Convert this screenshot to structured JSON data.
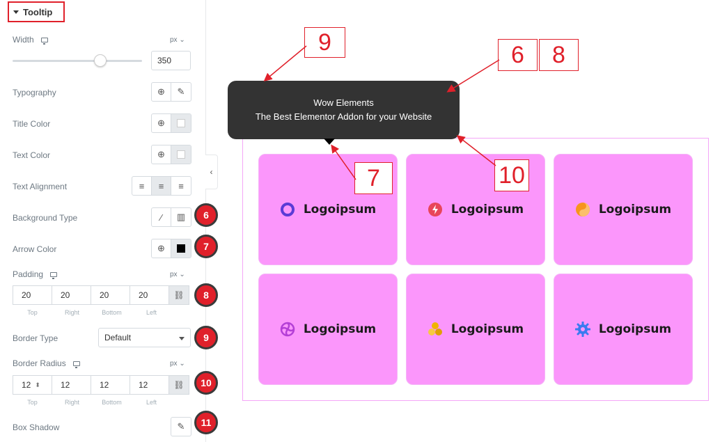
{
  "panel": {
    "section_title": "Tooltip",
    "width_label": "Width",
    "width_unit": "px",
    "width_value": "350",
    "width_slider_fraction": 0.68,
    "typography_label": "Typography",
    "title_color_label": "Title Color",
    "text_color_label": "Text Color",
    "text_alignment_label": "Text Alignment",
    "background_type_label": "Background Type",
    "arrow_color_label": "Arrow Color",
    "padding_label": "Padding",
    "padding_unit": "px",
    "padding": {
      "top": "20",
      "right": "20",
      "bottom": "20",
      "left": "20"
    },
    "dim_labels": {
      "top": "Top",
      "right": "Right",
      "bottom": "Bottom",
      "left": "Left"
    },
    "border_type_label": "Border Type",
    "border_type_value": "Default",
    "border_radius_label": "Border Radius",
    "border_radius_unit": "px",
    "border_radius": {
      "top": "12",
      "right": "12",
      "bottom": "12",
      "left": "12"
    },
    "box_shadow_label": "Box Shadow",
    "collapse_glyph": "‹"
  },
  "badges": {
    "b6": "6",
    "b7": "7",
    "b8": "8",
    "b9": "9",
    "b10": "10",
    "b11": "11"
  },
  "tooltip": {
    "title": "Wow Elements",
    "text": "The Best Elementor Addon for your Website"
  },
  "callouts": {
    "c9": "9",
    "c6": "6",
    "c8": "8",
    "c7": "7",
    "c10": "10"
  },
  "cards": [
    {
      "label": "Logoipsum",
      "icon": "ring-icon",
      "color": "#5b3bd6"
    },
    {
      "label": "Logoipsum",
      "icon": "bolt-icon",
      "color": "#e8455a"
    },
    {
      "label": "Logoipsum",
      "icon": "yin-icon",
      "color": "#f7941d"
    },
    {
      "label": "Logoipsum",
      "icon": "swirl-icon",
      "color": "#b43fd6"
    },
    {
      "label": "Logoipsum",
      "icon": "triangle-icon",
      "color": "#f0b400"
    },
    {
      "label": "Logoipsum",
      "icon": "gear-icon",
      "color": "#3a7af0"
    }
  ],
  "colors": {
    "accent_red": "#e0202a",
    "card_bg": "#fb96fb",
    "tooltip_bg": "#333333"
  }
}
